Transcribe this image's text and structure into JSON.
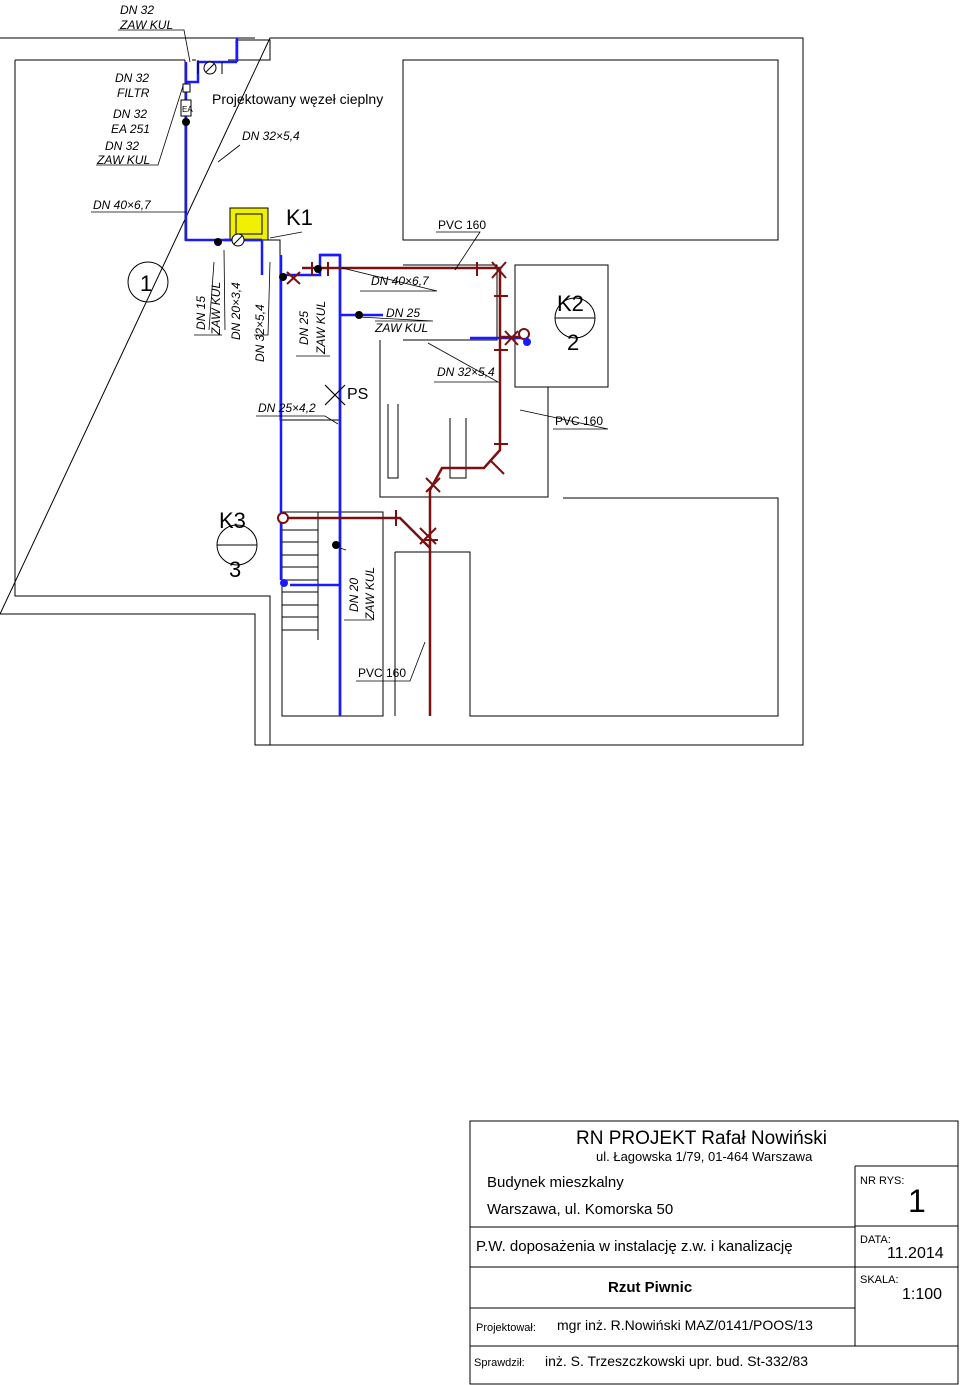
{
  "labels": {
    "top_dn32": "DN 32",
    "top_zaw": "ZAW KUL",
    "left_dn32a": "DN 32",
    "left_filtr": "FILTR",
    "left_dn32b": "DN 32",
    "left_ea251": "EA 251",
    "left_dn32c": "DN 32",
    "left_zaw": "ZAW KUL",
    "ea_box": "EA",
    "wezel": "Projektowany węzeł cieplny",
    "dn32_54_top": "DN 32×5,4",
    "dn40_left": "DN 40×6,7",
    "k1": "K1",
    "pvc_top": "PVC 160",
    "num1": "1",
    "v_dn15": "DN 15",
    "v_zaw1": "ZAW KUL",
    "v_dn20": "DN 20×3,4",
    "v_dn32": "DN 32×5,4",
    "v_dn25": "DN 25",
    "v_zaw2": "ZAW KUL",
    "dn40_mid": "DN 40×6,7",
    "dn25_mid": "DN 25",
    "zaw_mid": "ZAW KUL",
    "k2": "K2",
    "num2": "2",
    "dn32_54_mid": "DN 32×5,4",
    "ps": "PS",
    "dn25_42": "DN 25×4,2",
    "pvc_right": "PVC 160",
    "k3": "K3",
    "num3": "3",
    "v_dn20b": "DN 20",
    "v_zaw3": "ZAW KUL",
    "pvc_bottom": "PVC 160"
  },
  "title_block": {
    "company": "RN PROJEKT Rafał Nowiński",
    "address": "ul. Łagowska 1/79, 01-464 Warszawa",
    "building": "Budynek mieszkalny",
    "location": "Warszawa, ul. Komorska 50",
    "project": "P.W. doposażenia w instalację z.w. i kanalizację",
    "drawing": "Rzut Piwnic",
    "designed_label": "Projektował:",
    "designer": "mgr inż. R.Nowiński MAZ/0141/POOS/13",
    "checked_label": "Sprawdził:",
    "checker": "inż. S. Trzeszczkowski upr. bud. St-332/83",
    "nr_label": "NR RYS:",
    "nr_value": "1",
    "date_label": "DATA:",
    "date_value": "11.2014",
    "scale_label": "SKALA:",
    "scale_value": "1:100"
  },
  "colors": {
    "water_pipe": "#1a1aff",
    "sewer_pipe": "#7a1010",
    "heat_node": "#f0f000",
    "walls": "#000000"
  }
}
